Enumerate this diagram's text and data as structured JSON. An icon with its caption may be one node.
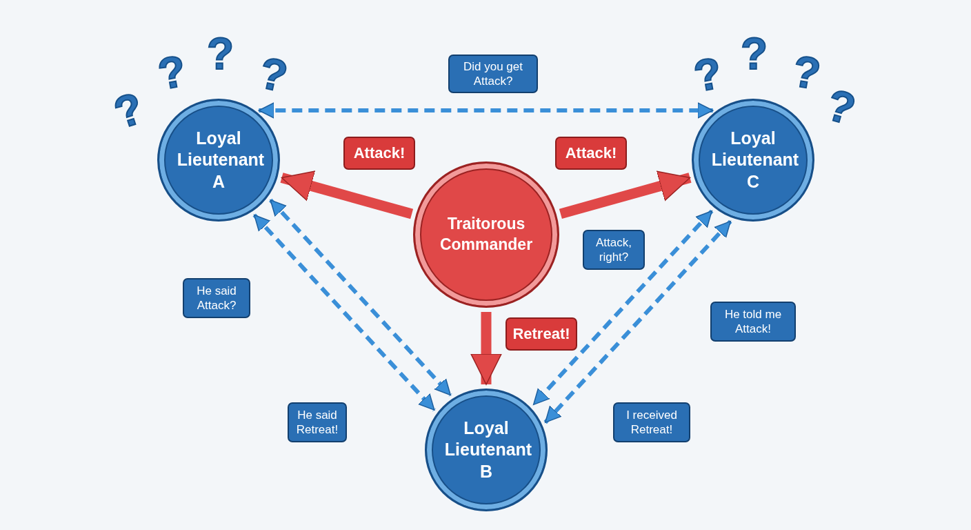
{
  "diagram": {
    "nodes": [
      {
        "text": [
          "Did you get Attack?"
        ]
      },
      {
        "text": [
          "Loyal Lieutenant A"
        ]
      },
      {
        "text": [
          "Loyal Lieutenant C"
        ]
      },
      {
        "text": [
          "Attack!"
        ]
      },
      {
        "text": [
          "Attack!"
        ]
      },
      {
        "text": [
          "Traitorous Commander"
        ]
      },
      {
        "text": [
          "Attack, right?"
        ]
      },
      {
        "text": [
          "He said Attack?"
        ]
      },
      {
        "text": [
          "He told me Attack!"
        ]
      },
      {
        "text": [
          "Retreat!"
        ]
      },
      {
        "text": [
          "He said Retreat!"
        ]
      },
      {
        "text": [
          "I received Retreat!"
        ]
      },
      {
        "text": [
          "Loyal Lieutenant B"
        ]
      }
    ],
    "edges": [
      {
        "from": 1,
        "to": 2,
        "arrow": "both",
        "style": "dashed"
      },
      {
        "from": 5,
        "to": 1,
        "arrow": "to",
        "style": "thick",
        "color": "#e04848"
      },
      {
        "from": 5,
        "to": 2,
        "arrow": "to",
        "style": "thick",
        "color": "#e04848"
      },
      {
        "from": 5,
        "to": 12,
        "arrow": "to",
        "style": "thick",
        "color": "#e04848"
      },
      {
        "from": 1,
        "to": 12,
        "arrow": "both",
        "style": "dashed"
      },
      {
        "from": 1,
        "to": 12,
        "arrow": "both",
        "style": "dashed"
      },
      {
        "from": 2,
        "to": 12,
        "arrow": "both",
        "style": "dashed"
      },
      {
        "from": 2,
        "to": 12,
        "arrow": "both",
        "style": "dashed"
      }
    ],
    "labels": [
      "?",
      "?",
      "?",
      "?",
      "?",
      "?",
      "?",
      "?"
    ]
  }
}
